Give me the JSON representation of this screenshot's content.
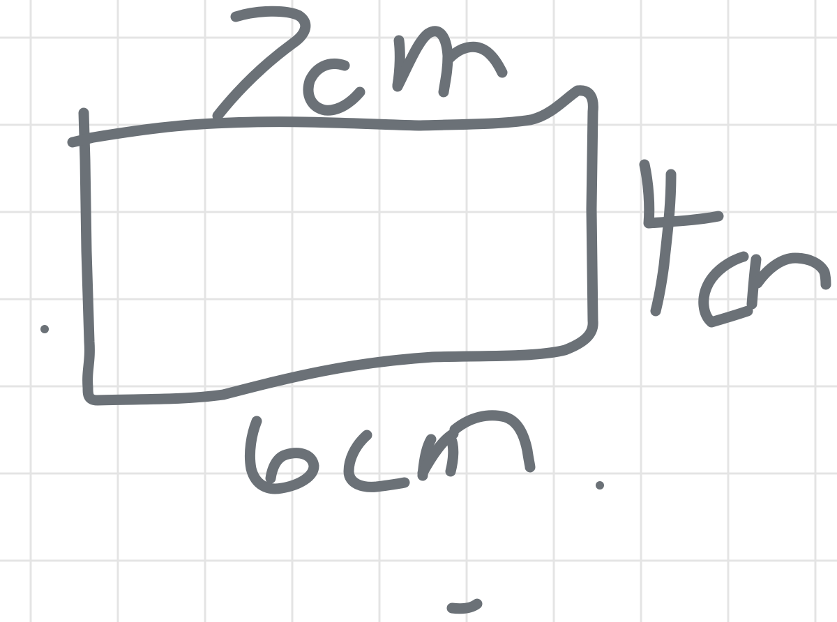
{
  "diagram": {
    "shape": "rectangle",
    "labels": {
      "top": "2cm",
      "right": "4cm",
      "bottom": "6cm"
    }
  },
  "colors": {
    "ink": "#6b7177",
    "grid": "#e4e4e4",
    "background": "#ffffff"
  }
}
